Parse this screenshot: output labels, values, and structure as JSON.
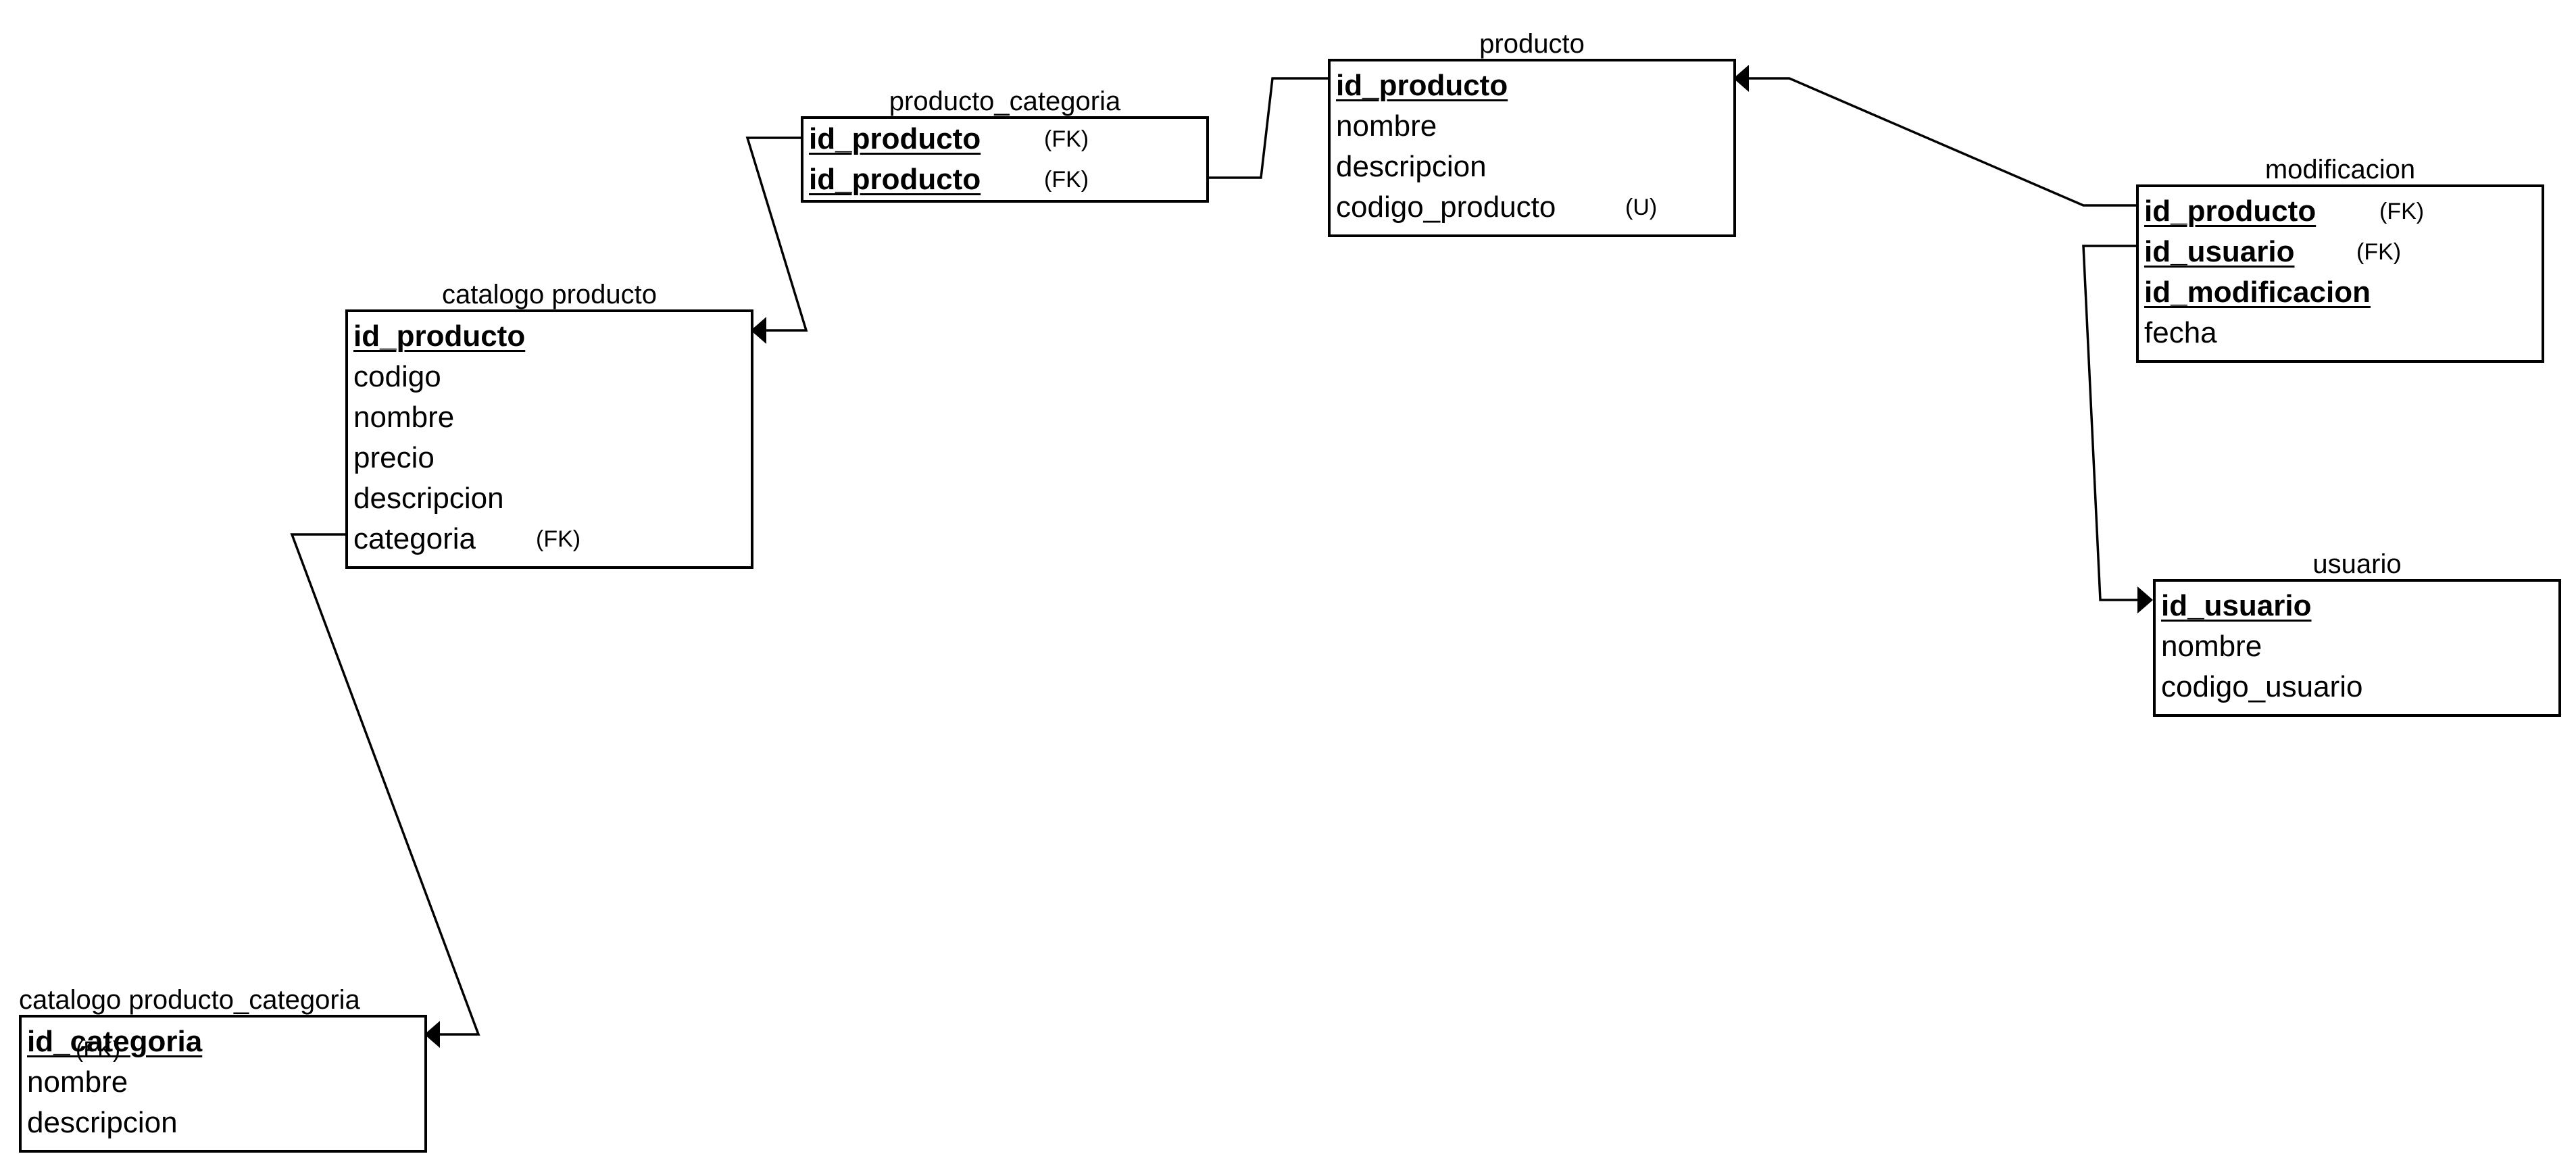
{
  "diagram": {
    "entities": {
      "producto": {
        "name": "producto",
        "attributes": [
          {
            "name": "id_producto",
            "key": "PK",
            "tag": ""
          },
          {
            "name": "nombre",
            "key": "",
            "tag": ""
          },
          {
            "name": "descripcion",
            "key": "",
            "tag": ""
          },
          {
            "name": "codigo_producto",
            "key": "",
            "tag": "(U)"
          }
        ]
      },
      "producto_categoria": {
        "name": "producto_categoria",
        "attributes": [
          {
            "name": "id_producto",
            "key": "PK",
            "tag": "(FK)"
          },
          {
            "name": "id_producto",
            "key": "PK",
            "tag": "(FK)"
          }
        ]
      },
      "catalogo_producto": {
        "name": "catalogo producto",
        "attributes": [
          {
            "name": "id_producto",
            "key": "PK",
            "tag": ""
          },
          {
            "name": "codigo",
            "key": "",
            "tag": ""
          },
          {
            "name": "nombre",
            "key": "",
            "tag": ""
          },
          {
            "name": "precio",
            "key": "",
            "tag": ""
          },
          {
            "name": "descripcion",
            "key": "",
            "tag": ""
          },
          {
            "name": "categoria",
            "key": "",
            "tag": "(FK)"
          }
        ]
      },
      "catalogo_producto_categoria": {
        "name": "catalogo producto_categoria",
        "overlap_tag": "(FK)",
        "attributes": [
          {
            "name": "id_categoria",
            "key": "PK",
            "tag": ""
          },
          {
            "name": "nombre",
            "key": "",
            "tag": ""
          },
          {
            "name": "descripcion",
            "key": "",
            "tag": ""
          }
        ]
      },
      "modificacion": {
        "name": "modificacion",
        "attributes": [
          {
            "name": "id_producto",
            "key": "PK",
            "tag": "(FK)"
          },
          {
            "name": "id_usuario",
            "key": "PK",
            "tag": "(FK)"
          },
          {
            "name": "id_modificacion",
            "key": "PK",
            "tag": ""
          },
          {
            "name": "fecha",
            "key": "",
            "tag": ""
          }
        ]
      },
      "usuario": {
        "name": "usuario",
        "attributes": [
          {
            "name": "id_usuario",
            "key": "PK",
            "tag": ""
          },
          {
            "name": "nombre",
            "key": "",
            "tag": ""
          },
          {
            "name": "codigo_usuario",
            "key": "",
            "tag": ""
          }
        ]
      }
    },
    "relationships": [
      {
        "from": "producto_categoria",
        "to": "producto"
      },
      {
        "from": "producto_categoria",
        "to": "catalogo_producto"
      },
      {
        "from": "catalogo_producto",
        "to": "catalogo_producto_categoria"
      },
      {
        "from": "modificacion",
        "to": "producto"
      },
      {
        "from": "modificacion",
        "to": "usuario"
      }
    ],
    "line_color": "#000000"
  }
}
